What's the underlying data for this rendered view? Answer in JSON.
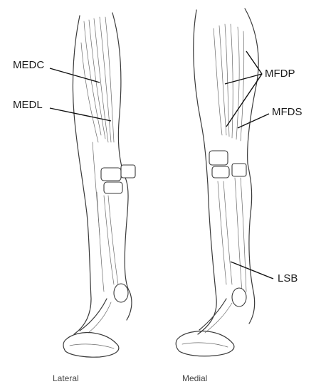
{
  "labels": {
    "medc": "MEDC",
    "medl": "MEDL",
    "mfdp": "MFDP",
    "mfds": "MFDS",
    "lsb": "LSB"
  },
  "captions": {
    "lateral": "Lateral",
    "medial": "Medial"
  }
}
